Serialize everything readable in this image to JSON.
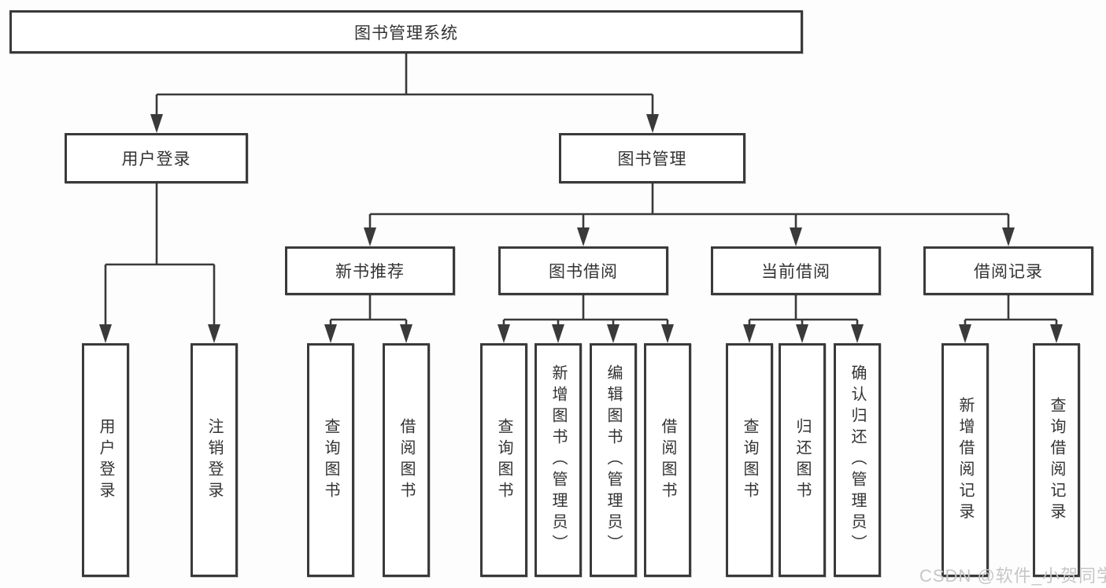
{
  "nodes": {
    "root": {
      "label": "图书管理系统"
    },
    "user_login": {
      "label": "用户登录"
    },
    "book_mgmt": {
      "label": "图书管理"
    },
    "new_book_rec": {
      "label": "新书推荐"
    },
    "book_borrow": {
      "label": "图书借阅"
    },
    "current_borrow": {
      "label": "当前借阅"
    },
    "borrow_records": {
      "label": "借阅记录"
    },
    "leaf_user_login": {
      "label": "用户登录"
    },
    "leaf_logout": {
      "label": "注销登录"
    },
    "leaf_query_book_rec": {
      "label": "查询图书"
    },
    "leaf_borrow_book_rec": {
      "label": "借阅图书"
    },
    "leaf_query_book_borrow": {
      "label": "查询图书"
    },
    "leaf_add_book": {
      "label": "新增图书（管理员）"
    },
    "leaf_edit_book": {
      "label": "编辑图书（管理员）"
    },
    "leaf_borrow_book": {
      "label": "借阅图书"
    },
    "leaf_query_book_current": {
      "label": "查询图书"
    },
    "leaf_return_book": {
      "label": "归还图书"
    },
    "leaf_confirm_return": {
      "label": "确认归还（管理员）"
    },
    "leaf_add_borrow_record": {
      "label": "新增借阅记录"
    },
    "leaf_query_borrow_record": {
      "label": "查询借阅记录"
    }
  },
  "watermark": "CSDN @软件_小贺同学",
  "colors": {
    "line": "#3a3a3a",
    "text": "#333333",
    "background": "#fdfdfd",
    "watermark": "#c6c6c6"
  }
}
